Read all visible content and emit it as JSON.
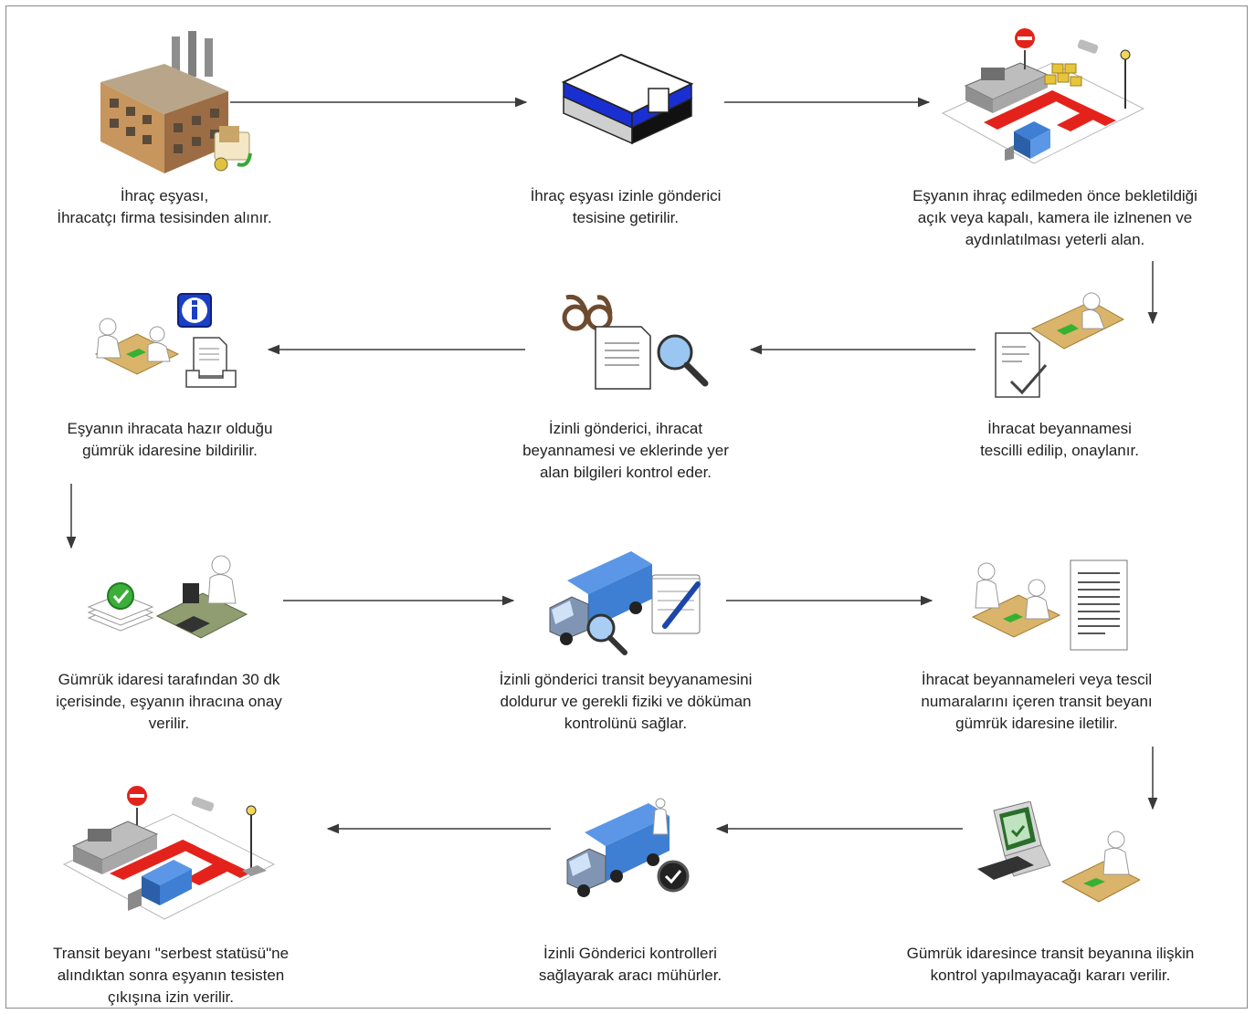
{
  "steps": [
    {
      "id": "s1",
      "icon": "factory-icon",
      "lines": [
        "İhraç eşyası,",
        "İhracatçı firma tesisinden alınır."
      ]
    },
    {
      "id": "s2",
      "icon": "warehouse-box-icon",
      "lines": [
        "İhraç eşyası izinle gönderici",
        "tesisine getirilir."
      ]
    },
    {
      "id": "s3",
      "icon": "monitored-area-icon",
      "lines": [
        "Eşyanın ihraç edilmeden önce bekletildiği",
        "açık veya kapalı, kamera ile izlnenen ve",
        "aydınlatılması yeterli alan."
      ]
    },
    {
      "id": "s4",
      "icon": "document-approval-icon",
      "lines": [
        "İhracat beyannamesi",
        "tescilli edilip, onaylanır."
      ]
    },
    {
      "id": "s5",
      "icon": "document-inspection-icon",
      "lines": [
        "İzinli gönderici, ihracat",
        "beyannamesi ve eklerinde yer",
        "alan bilgileri kontrol eder."
      ]
    },
    {
      "id": "s6",
      "icon": "notification-info-icon",
      "lines": [
        "Eşyanın ihracata hazır olduğu",
        "gümrük idaresine bildirilir."
      ]
    },
    {
      "id": "s7",
      "icon": "approval-desk-icon",
      "lines": [
        "Gümrük idaresi tarafından 30 dk",
        "içerisinde, eşyanın ihracına onay",
        "verilir."
      ]
    },
    {
      "id": "s8",
      "icon": "truck-inspection-icon",
      "lines": [
        "İzinli gönderici transit beyyanamesini",
        "doldurur ve gerekli fiziki ve döküman",
        "kontrolünü sağlar."
      ]
    },
    {
      "id": "s9",
      "icon": "declaration-meeting-icon",
      "lines": [
        "İhracat beyannameleri veya tescil",
        "numaralarını içeren transit beyanı",
        "gümrük idaresine iletilir."
      ]
    },
    {
      "id": "s10",
      "icon": "computer-decision-icon",
      "lines": [
        "Gümrük idaresince transit beyanına ilişkin",
        "kontrol yapılmayacağı kararı verilir."
      ]
    },
    {
      "id": "s11",
      "icon": "truck-seal-icon",
      "lines": [
        "İzinli Gönderici kontrolleri",
        "sağlayarak aracı mühürler."
      ]
    },
    {
      "id": "s12",
      "icon": "facility-exit-icon",
      "lines": [
        "Transit beyanı \"serbest statüsü\"ne",
        "alındıktan sonra eşyanın tesisten",
        "çıkışına izin verilir."
      ]
    }
  ],
  "colors": {
    "arrow": "#3a3a3a",
    "frame": "#8a8a8a",
    "truck_blue": "#3e7fd4",
    "route_red": "#e3231b",
    "desk": "#d9b46a",
    "check_green": "#3cae3a",
    "info_blue": "#1a3fc7"
  }
}
